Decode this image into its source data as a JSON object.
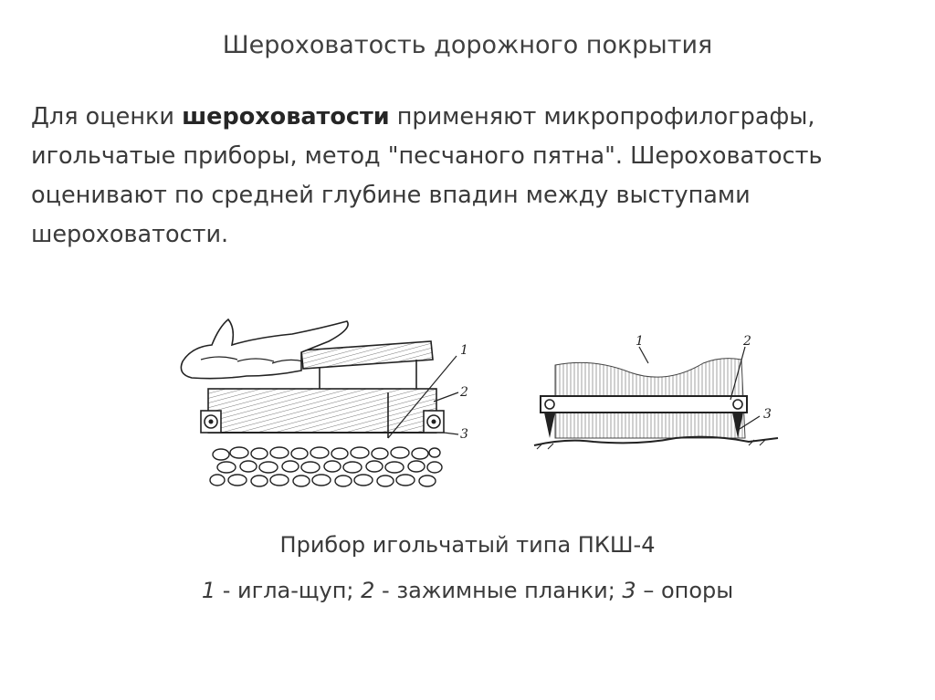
{
  "slide": {
    "title": "Шероховатость дорожного покрытия",
    "paragraph": {
      "part1": "Для оценки ",
      "bold": "шероховатости",
      "part2": " применяют микропрофилографы, игольчатые приборы, метод \"песчаного пятна\". Шероховатость оценивают по средней глубине впадин между выступами шероховатости."
    },
    "figure": {
      "left_labels": [
        "1",
        "2",
        "3"
      ],
      "right_labels": [
        "1",
        "2",
        "3"
      ]
    },
    "caption": {
      "line1": "Прибор игольчатый типа ПКШ-4",
      "n1": "1",
      "t1": " - игла-щуп; ",
      "n2": "2",
      "t2": " - зажимные планки; ",
      "n3": "3",
      "t3": " – опоры"
    }
  }
}
